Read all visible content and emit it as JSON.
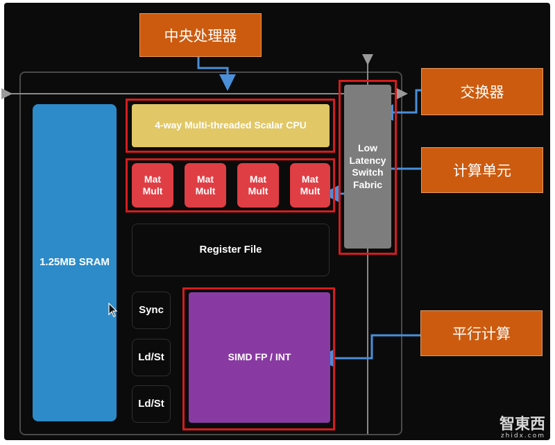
{
  "diagram": {
    "blocks": {
      "sram": "1.25MB SRAM",
      "cpu": "4-way Multi-threaded Scalar CPU",
      "mat_mult": [
        "Mat\nMult",
        "Mat\nMult",
        "Mat\nMult",
        "Mat\nMult"
      ],
      "register_file": "Register File",
      "sync": "Sync",
      "ldst": [
        "Ld/St",
        "Ld/St"
      ],
      "simd": "SIMD FP / INT",
      "fabric": "Low\nLatency\nSwitch\nFabric"
    },
    "callouts": {
      "cpu": "中央处理器",
      "switch": "交换器",
      "compute": "计算单元",
      "parallel": "平行计算"
    },
    "watermark": {
      "logo": "智東西",
      "url": "zhidx.com"
    }
  },
  "colors": {
    "background": "#0b0b0b",
    "sram": "#2d8bc9",
    "cpu": "#e1c766",
    "mat_mult": "#df3e44",
    "simd": "#893aa2",
    "fabric": "#7d7d7d",
    "highlight": "#d61c1c",
    "callout": "#cc5b0f",
    "arrow": "#4a8fd8"
  }
}
